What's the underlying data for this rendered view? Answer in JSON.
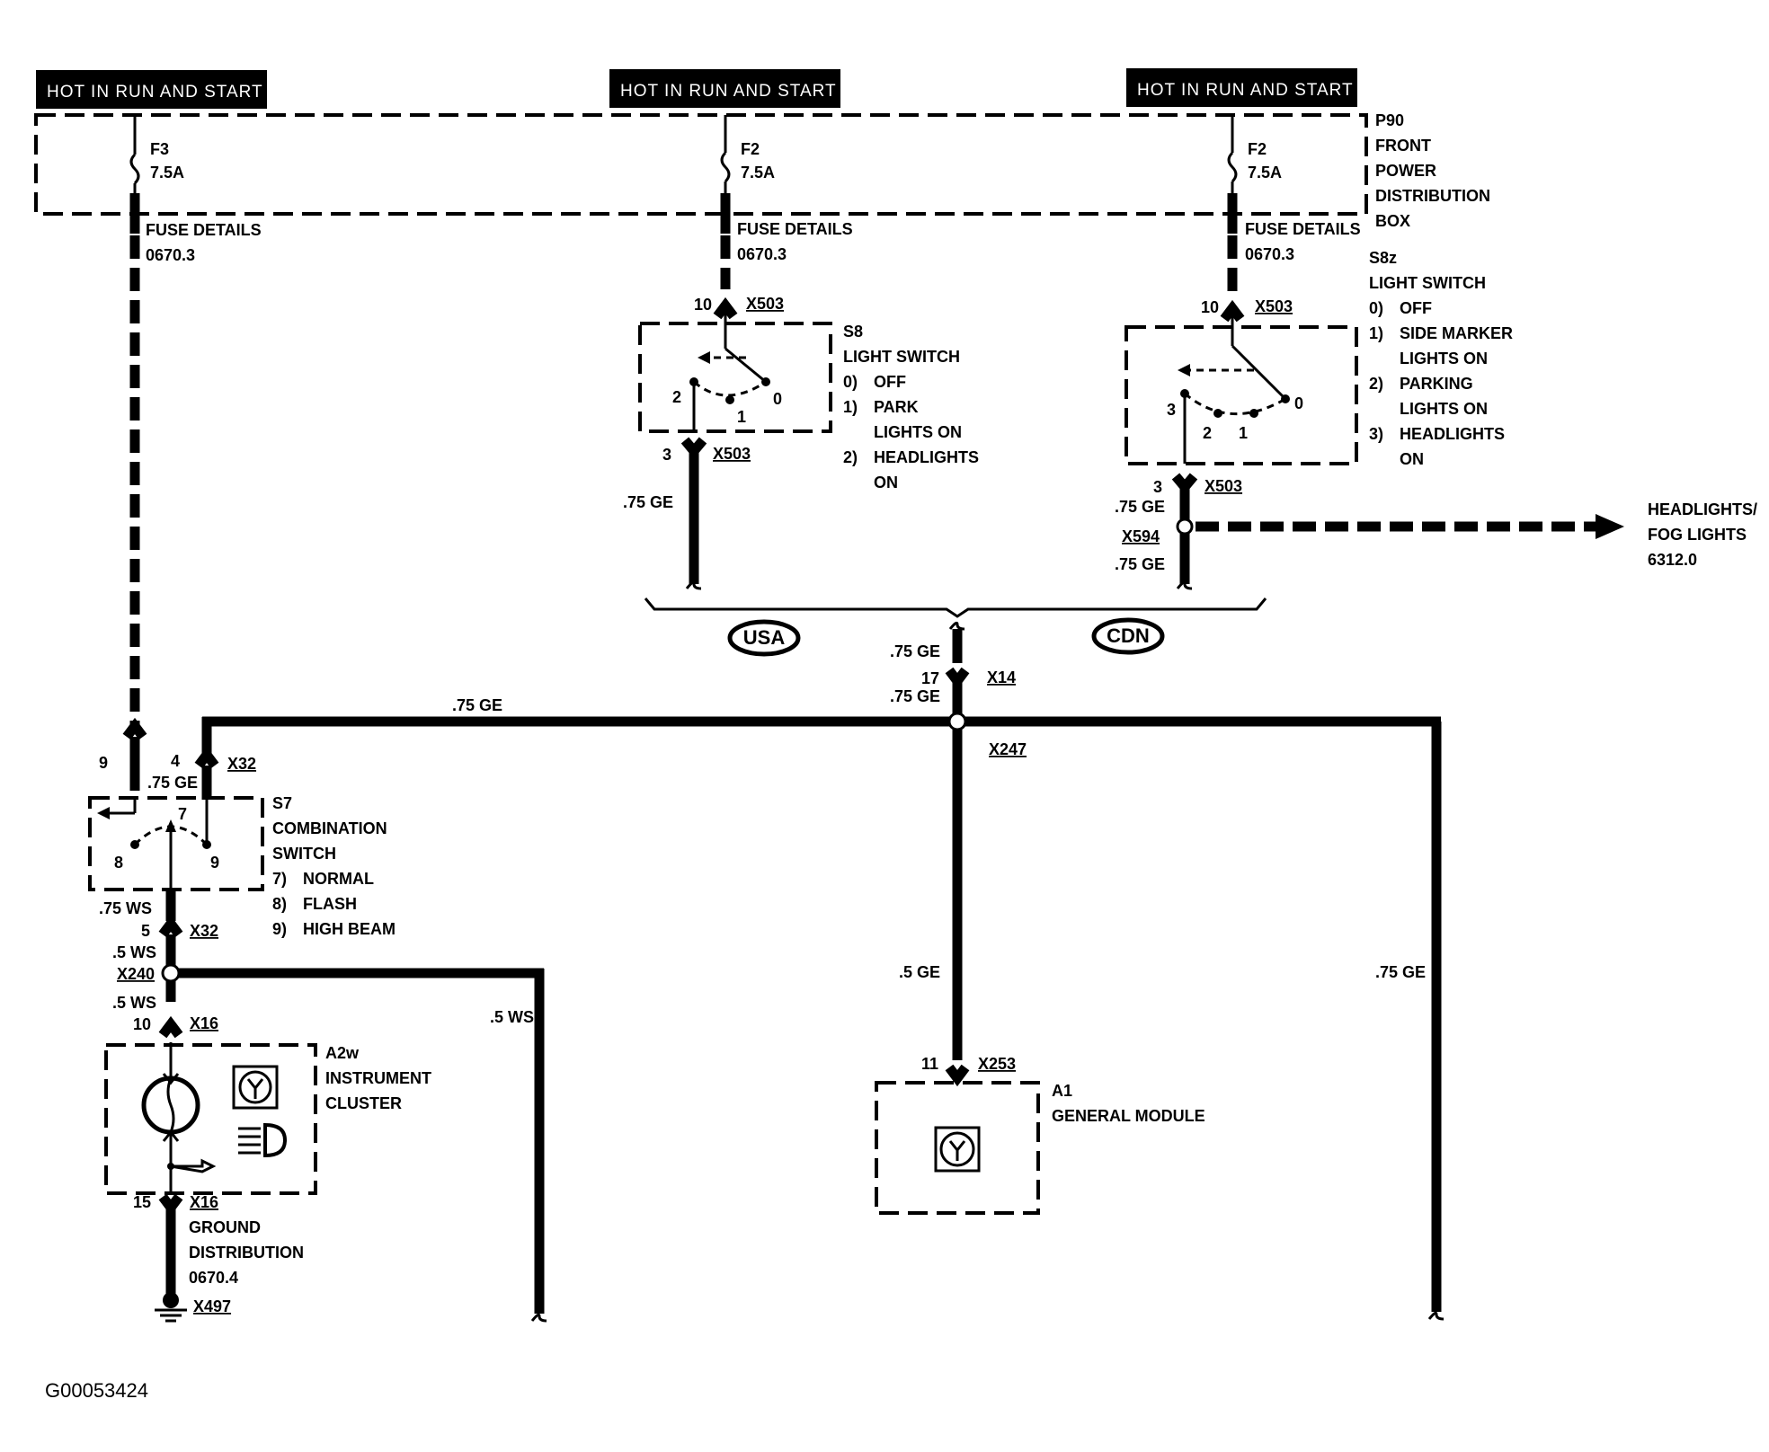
{
  "hot_labels": [
    "HOT IN RUN AND START",
    "HOT IN RUN AND START",
    "HOT IN RUN AND START"
  ],
  "power_box": {
    "id": "P90",
    "lines": [
      "FRONT",
      "POWER",
      "DISTRIBUTION",
      "BOX"
    ]
  },
  "fuses": [
    {
      "name": "F3",
      "rating": "7.5A",
      "details": "FUSE DETAILS",
      "ref": "0670.3"
    },
    {
      "name": "F2",
      "rating": "7.5A",
      "details": "FUSE DETAILS",
      "ref": "0670.3"
    },
    {
      "name": "F2",
      "rating": "7.5A",
      "details": "FUSE DETAILS",
      "ref": "0670.3"
    }
  ],
  "s8": {
    "id": "S8",
    "title": "LIGHT SWITCH",
    "positions": [
      {
        "num": "0)",
        "text": "OFF"
      },
      {
        "num": "1)",
        "text": "PARK"
      },
      {
        "num": "",
        "text": "LIGHTS ON"
      },
      {
        "num": "2)",
        "text": "HEADLIGHTS"
      },
      {
        "num": "",
        "text": "ON"
      }
    ],
    "pin_in": "10",
    "conn_in": "X503",
    "pin_out": "3",
    "conn_out": "X503",
    "contacts": [
      "2",
      "1",
      "0"
    ],
    "wire_out": ".75 GE"
  },
  "s8z": {
    "id": "S8z",
    "title": "LIGHT SWITCH",
    "positions": [
      {
        "num": "0)",
        "text": "OFF"
      },
      {
        "num": "1)",
        "text": "SIDE MARKER"
      },
      {
        "num": "",
        "text": "LIGHTS ON"
      },
      {
        "num": "2)",
        "text": "PARKING"
      },
      {
        "num": "",
        "text": "LIGHTS ON"
      },
      {
        "num": "3)",
        "text": "HEADLIGHTS"
      },
      {
        "num": "",
        "text": "ON"
      }
    ],
    "pin_in": "10",
    "conn_in": "X503",
    "pin_out": "3",
    "conn_out": "X503",
    "contacts": [
      "3",
      "2",
      "1",
      "0"
    ],
    "wire_out": ".75 GE",
    "splice": "X594",
    "wire_after_splice": ".75 GE"
  },
  "headlights": {
    "line1": "HEADLIGHTS/",
    "line2": "FOG LIGHTS",
    "ref": "6312.0"
  },
  "regions": [
    "USA",
    "CDN"
  ],
  "x14": {
    "wire_top": ".75 GE",
    "pin": "17",
    "conn": "X14",
    "wire_bottom": ".75 GE"
  },
  "x247": {
    "splice": "X247",
    "wire_left": ".75 GE",
    "wire_down": ".5 GE",
    "wire_right": ".75 GE"
  },
  "s7": {
    "id": "S7",
    "lines": [
      "COMBINATION",
      "SWITCH"
    ],
    "positions": [
      {
        "num": "7)",
        "text": "NORMAL"
      },
      {
        "num": "8)",
        "text": "FLASH"
      },
      {
        "num": "9)",
        "text": "HIGH BEAM"
      }
    ],
    "pin_left": "9",
    "pin_right": "4",
    "wire_in": ".75 GE",
    "conn_top": "X32",
    "contacts": [
      "7",
      "8",
      "9"
    ],
    "wire_out": ".75 WS",
    "pin_out": "5",
    "conn_out": "X32"
  },
  "x240": {
    "wire_top": ".5 WS",
    "splice": "X240",
    "wire_bottom": ".5 WS",
    "wire_right": ".5 WS"
  },
  "a2w": {
    "id": "A2w",
    "lines": [
      "INSTRUMENT",
      "CLUSTER"
    ],
    "pin_in": "10",
    "conn_in": "X16",
    "pin_out": "15",
    "conn_out": "X16"
  },
  "ground": {
    "lines": [
      "GROUND",
      "DISTRIBUTION",
      "0670.4"
    ],
    "conn": "X497"
  },
  "a1": {
    "id": "A1",
    "title": "GENERAL MODULE",
    "pin": "11",
    "conn": "X253"
  },
  "figure_id": "G00053424"
}
